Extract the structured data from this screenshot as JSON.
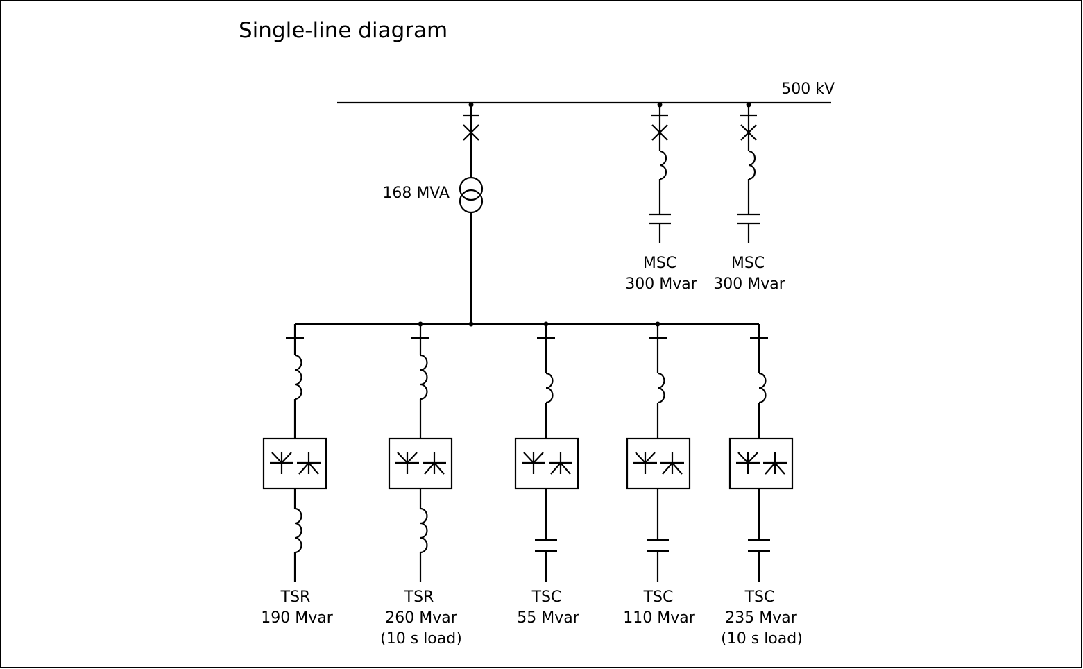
{
  "title": "Single-line diagram",
  "bus_voltage": "500 kV",
  "transformer_rating": "168 MVA",
  "msc_branches": [
    {
      "type": "MSC",
      "rating": "300 Mvar"
    },
    {
      "type": "MSC",
      "rating": "300 Mvar"
    }
  ],
  "secondary_branches": [
    {
      "type": "TSR",
      "rating": "190 Mvar",
      "note": ""
    },
    {
      "type": "TSR",
      "rating": "260 Mvar",
      "note": "(10 s load)"
    },
    {
      "type": "TSC",
      "rating": "55 Mvar",
      "note": ""
    },
    {
      "type": "TSC",
      "rating": "110 Mvar",
      "note": ""
    },
    {
      "type": "TSC",
      "rating": "235 Mvar",
      "note": "(10 s load)"
    }
  ]
}
